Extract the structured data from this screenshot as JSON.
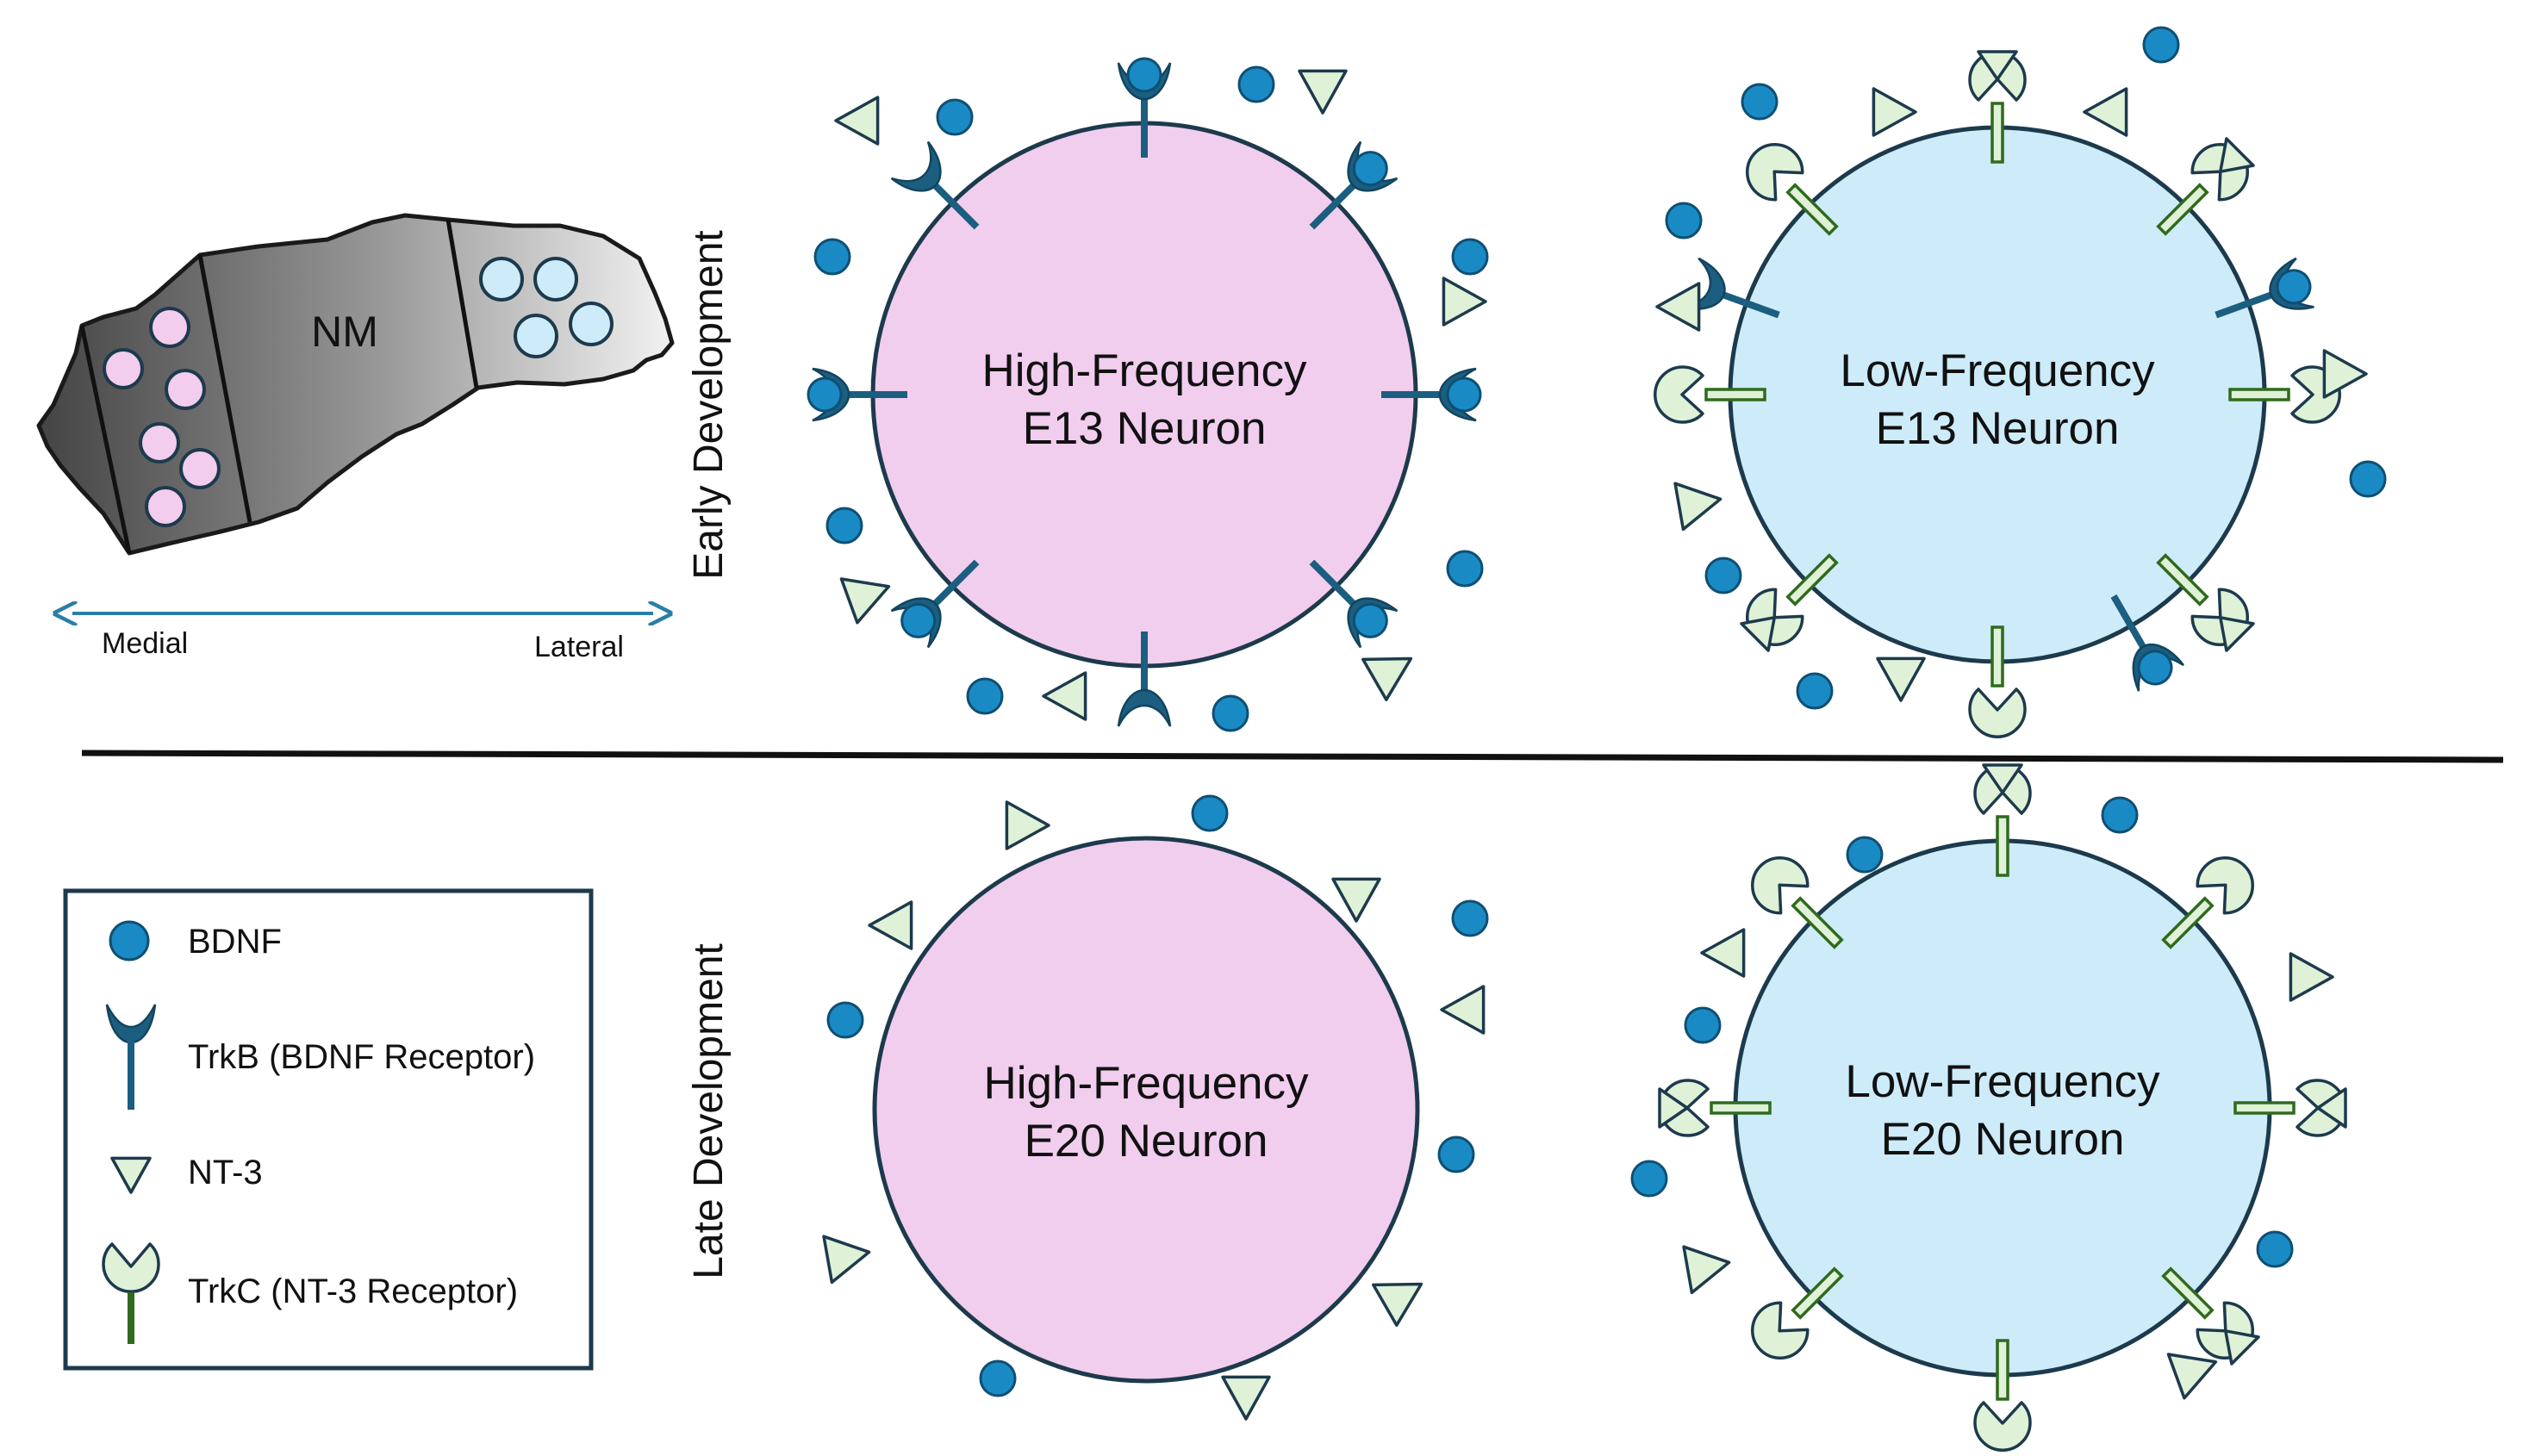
{
  "nucleus": {
    "label": "NM",
    "medial_label": "Medial",
    "lateral_label": "Lateral"
  },
  "rows": {
    "early": "Early Development",
    "late": "Late Development"
  },
  "neurons": {
    "hf_e13": {
      "line1": "High-Frequency",
      "line2": "E13 Neuron"
    },
    "lf_e13": {
      "line1": "Low-Frequency",
      "line2": "E13 Neuron"
    },
    "hf_e20": {
      "line1": "High-Frequency",
      "line2": "E20 Neuron"
    },
    "lf_e20": {
      "line1": "Low-Frequency",
      "line2": "E20 Neuron"
    }
  },
  "legend": {
    "bdnf": "BDNF",
    "trkb": "TrkB (BDNF Receptor)",
    "nt3": "NT-3",
    "trkc": "TrkC (NT-3 Receptor)"
  },
  "colors": {
    "bdnf": "#1a8ac4",
    "trkb": "#1b5e80",
    "nt3_fill": "#dff1d6",
    "trkc_stem": "#2f6a1e",
    "high_freq_cell": "#f1cdee",
    "low_freq_cell": "#cdebf8",
    "outline": "#1d3a4d"
  }
}
